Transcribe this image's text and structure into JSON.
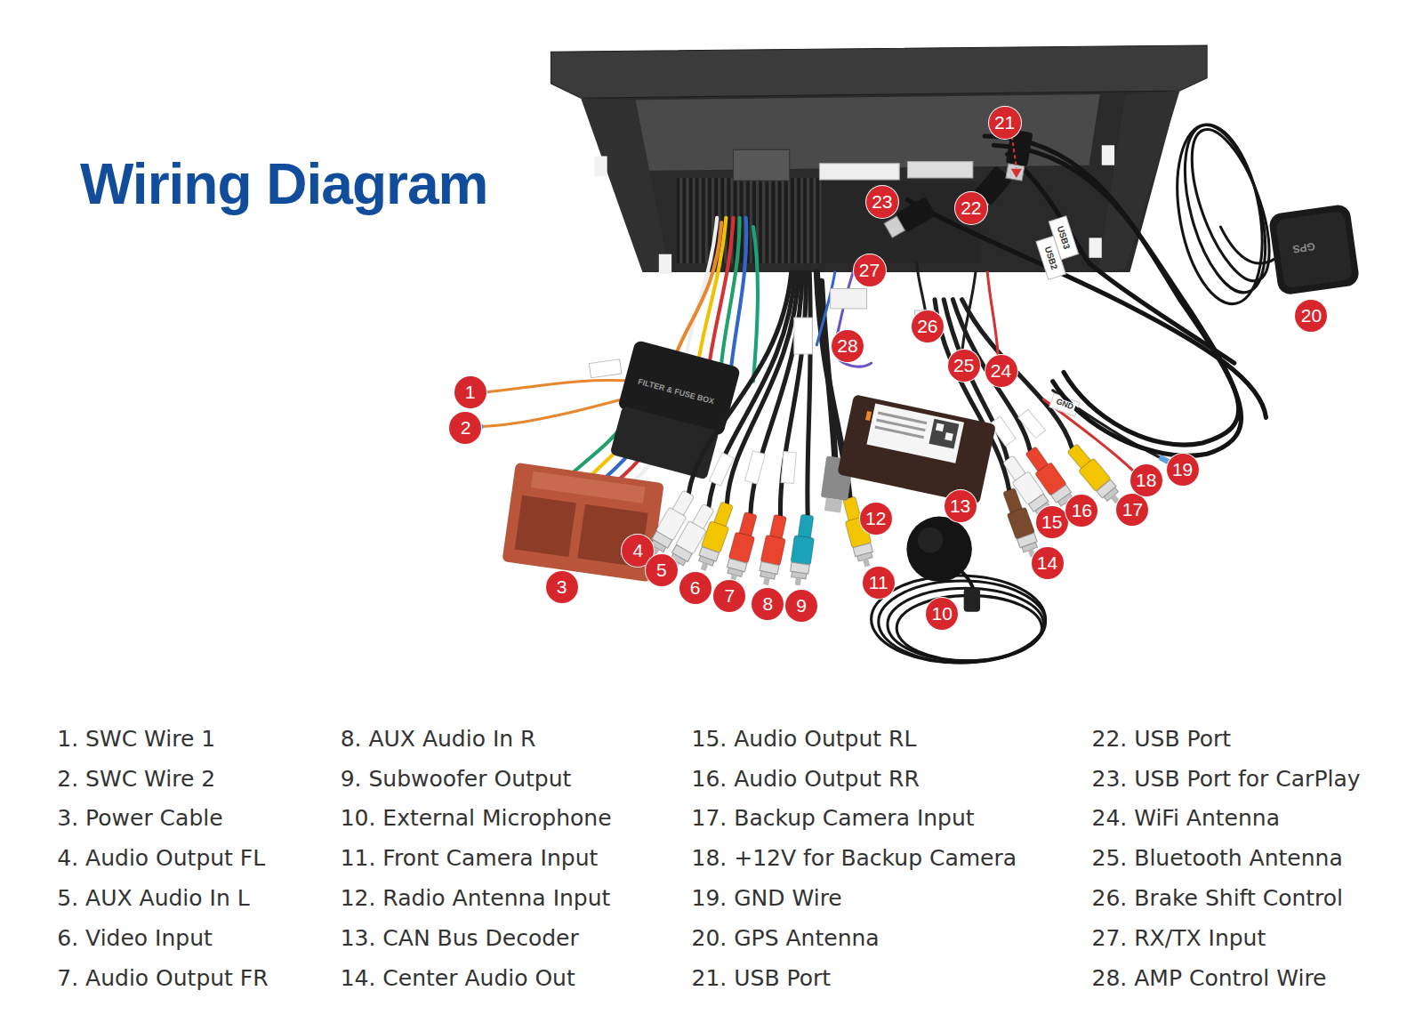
{
  "diagram": {
    "title": "Wiring Diagram",
    "labels": [
      "1",
      "2",
      "3",
      "4",
      "5",
      "6",
      "7",
      "8",
      "9",
      "10",
      "11",
      "12",
      "13",
      "14",
      "15",
      "16",
      "17",
      "18",
      "19",
      "20",
      "21",
      "22",
      "23",
      "24",
      "25",
      "26",
      "27",
      "28",
      "1. SWC Wire 1",
      "2. SWC Wire 2",
      "3. Power Cable",
      "4. Audio Output FL",
      "5. AUX Audio In L",
      "6. Video Input",
      "7. Audio Output FR",
      "8. AUX Audio In R",
      "9. Subwoofer Output",
      "10. External Microphone",
      "11. Front Camera Input",
      "12. Radio Antenna Input",
      "13. CAN Bus Decoder",
      "14. Center Audio Out",
      "15. Audio Output RL",
      "16. Audio Output RR",
      "17. Backup Camera Input",
      "18. +12V for Backup Camera",
      "19. GND Wire",
      "20. GPS Antenna",
      "21. USB Port",
      "22. USB Port",
      "23. USB Port for CarPlay",
      "24. WiFi Antenna",
      "25. Bluetooth Antenna",
      "26. Brake Shift Control",
      "27. RX/TX Input",
      "28. AMP Control Wire",
      "FILTER & FUSE BOX",
      "USB3",
      "USB2",
      "GPS",
      "GND"
    ]
  }
}
